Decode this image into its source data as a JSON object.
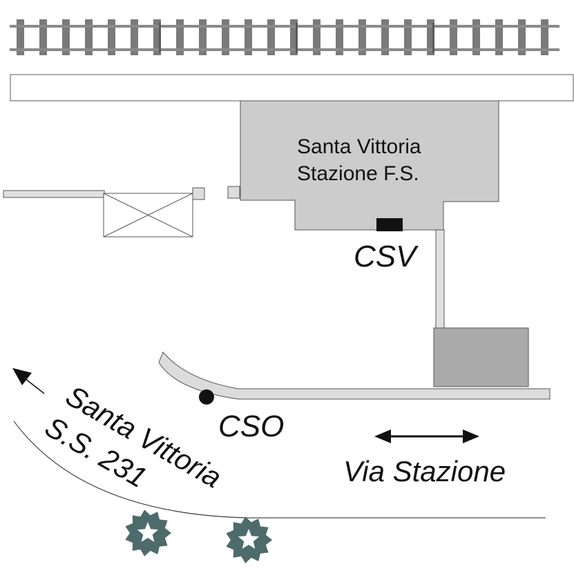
{
  "station": {
    "name_line1": "Santa Vittoria",
    "name_line2": "Stazione F.S."
  },
  "points": {
    "csv": "CSV",
    "cso": "CSO"
  },
  "roads": {
    "via_stazione": "Via Stazione",
    "ss231_line1": "Santa Vittoria",
    "ss231_line2": "S.S. 231"
  },
  "colors": {
    "building": "#cccccc",
    "building_dark": "#aaaaaa",
    "rail": "#808080",
    "sleeper": "#7a7a7a",
    "road_fill": "#dcdcdc",
    "tree": "#4d6b6b",
    "outline": "#555555"
  }
}
